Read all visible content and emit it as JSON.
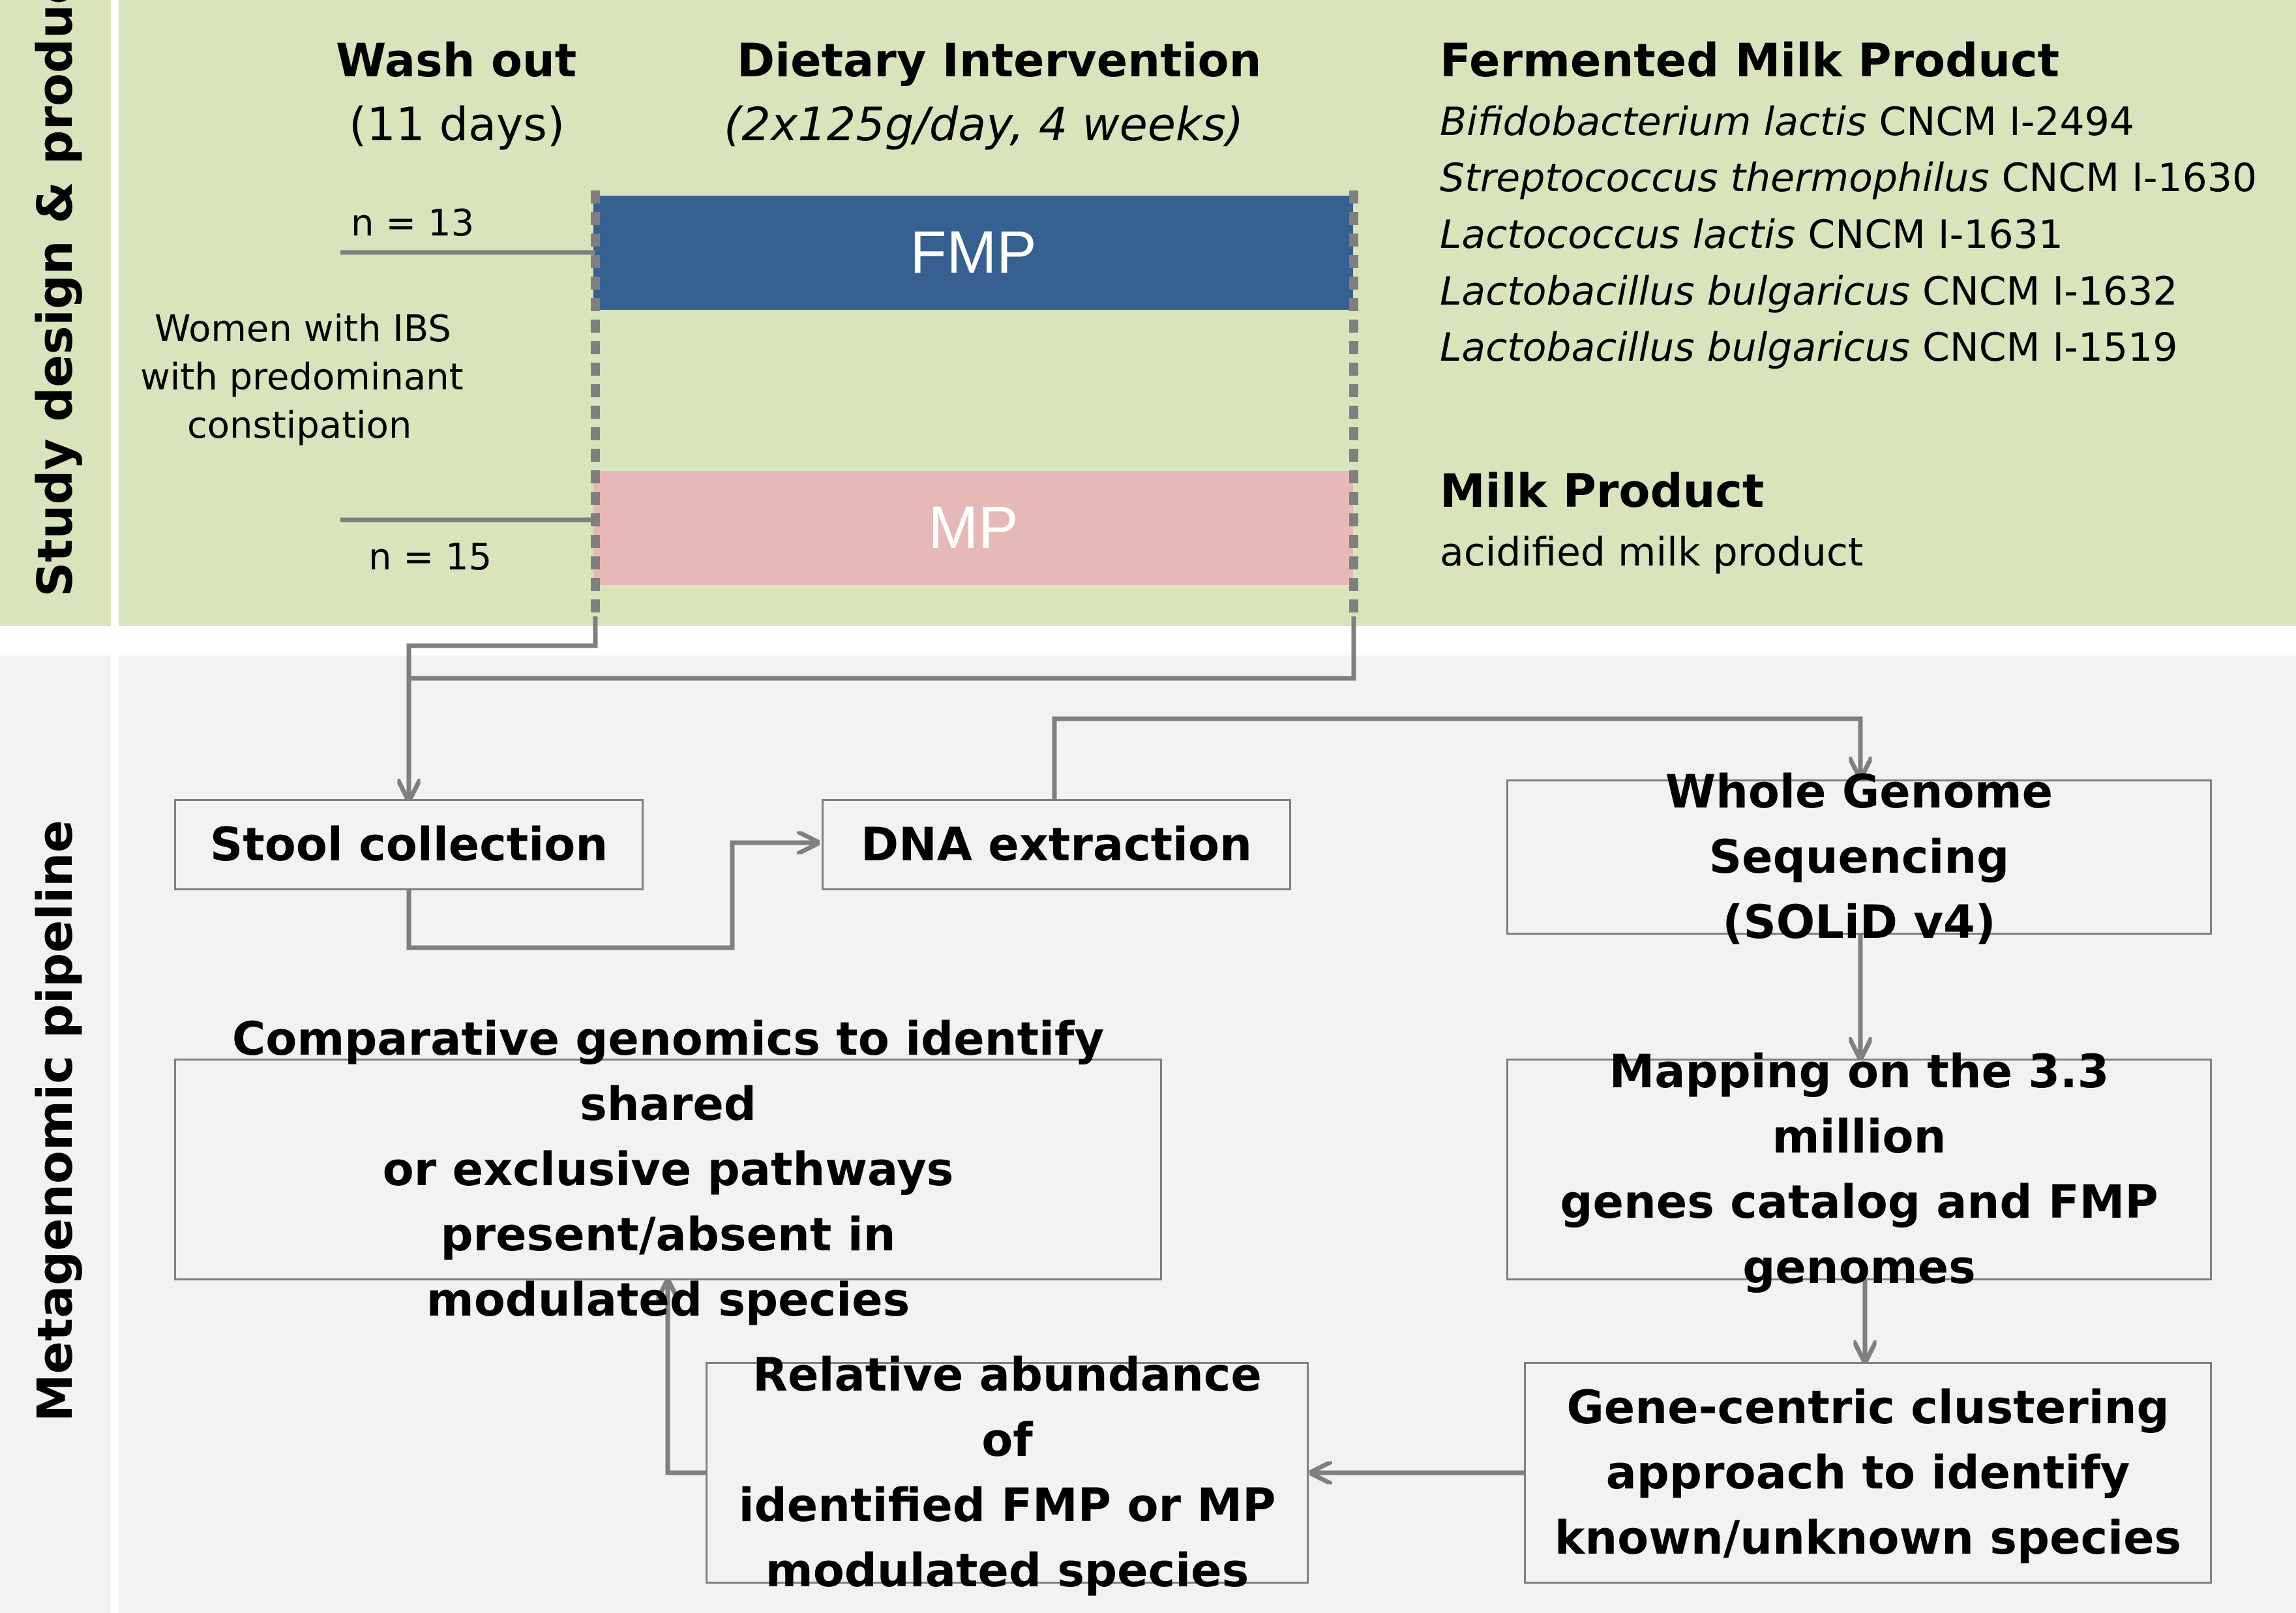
{
  "colors": {
    "study_bg": "#d8e4bc",
    "pipeline_bg": "#f2f2f2",
    "fmp_bar": "#35608f",
    "mp_bar": "#e6b9b8",
    "connector": "#7f7f7f"
  },
  "study": {
    "side_label": "Study design & products",
    "washout_title": "Wash out",
    "washout_duration": "(11 days)",
    "intervention_title": "Dietary Intervention",
    "intervention_detail": "(2x125g/day, 4 weeks)",
    "n_fmp": "n = 13",
    "n_mp": "n = 15",
    "population": [
      "Women with IBS",
      "with predominant",
      "constipation"
    ],
    "fmp_bar_label": "FMP",
    "mp_bar_label": "MP"
  },
  "products": {
    "fmp_title": "Fermented Milk Product",
    "strains": [
      {
        "species": "Bifidobacterium lactis",
        "code": " CNCM I-2494"
      },
      {
        "species": "Streptococcus thermophilus",
        "code": " CNCM I-1630"
      },
      {
        "species": "Lactococcus lactis",
        "code": " CNCM I-1631"
      },
      {
        "species": "Lactobacillus bulgaricus",
        "code": " CNCM I-1632"
      },
      {
        "species": "Lactobacillus bulgaricus",
        "code": " CNCM I-1519"
      }
    ],
    "mp_title": "Milk Product",
    "mp_description": "acidified milk product"
  },
  "pipeline": {
    "side_label": "Metagenomic pipeline",
    "steps": {
      "stool": "Stool collection",
      "dna": "DNA extraction",
      "wgs_1": "Whole Genome Sequencing",
      "wgs_2": "(SOLiD v4)",
      "mapping_1": "Mapping on the 3.3 million",
      "mapping_2": "genes catalog and FMP",
      "mapping_3": "genomes",
      "comparative_1": "Comparative genomics to identify shared",
      "comparative_2": "or exclusive pathways present/absent in",
      "comparative_3": "modulated species",
      "abundance_1": "Relative abundance of",
      "abundance_2": "identified FMP or MP",
      "abundance_3": "modulated species",
      "clustering_1": "Gene-centric clustering",
      "clustering_2": "approach to identify",
      "clustering_3": "known/unknown species"
    }
  }
}
